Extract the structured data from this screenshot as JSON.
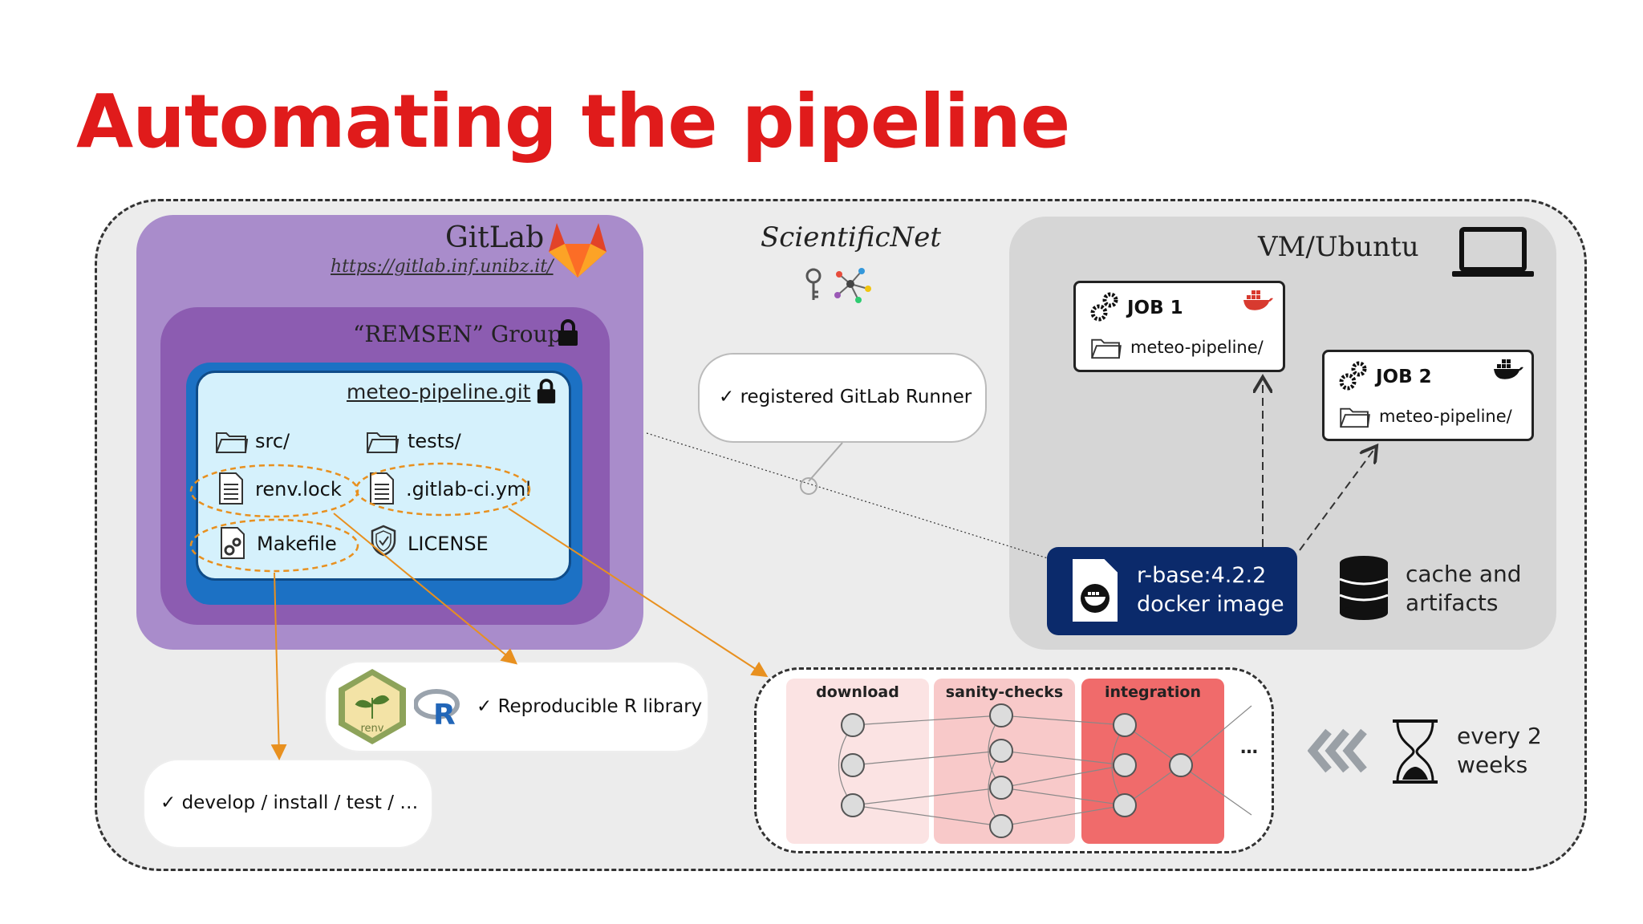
{
  "title": "Automating the pipeline",
  "gitlab": {
    "label": "GitLab",
    "url": "https://gitlab.inf.unibz.it/",
    "group_label": "“REMSEN” Group",
    "repo_name": "meteo-pipeline.git",
    "files": {
      "src": "src/",
      "tests": "tests/",
      "renv_lock": "renv.lock",
      "gitlab_ci": ".gitlab-ci.yml",
      "makefile": "Makefile",
      "license": "LICENSE"
    }
  },
  "scientificnet": {
    "label": "ScientificNet",
    "runner_text": "✓  registered GitLab Runner"
  },
  "vm": {
    "label": "VM/Ubuntu",
    "job1": {
      "title": "JOB 1",
      "folder": "meteo-pipeline/"
    },
    "job2": {
      "title": "JOB 2",
      "folder": "meteo-pipeline/"
    },
    "docker_line1": "r-base:4.2.2",
    "docker_line2": "docker image",
    "cache_line1": "cache and",
    "cache_line2": "artifacts"
  },
  "bubbles": {
    "reproducible": "✓ Reproducible R library",
    "develop": "✓  develop / install / test / …",
    "renv_logo_text": "renv",
    "r_logo_text": "R"
  },
  "stages": {
    "download": "download",
    "sanity": "sanity-checks",
    "integration": "integration",
    "ellipsis": "…"
  },
  "schedule": {
    "line1": "every 2",
    "line2": "weeks"
  },
  "colors": {
    "title": "#e01b1b",
    "gitlab_box": "#a98ccb",
    "group_box": "#8c5cb1",
    "repo_border": "#1c71c4",
    "docker_box": "#0b2a6b",
    "stage_download": "#fbe3e3",
    "stage_sanity": "#f8c9c9",
    "stage_integration": "#f06b6b",
    "arrow_orange": "#e8901f"
  }
}
